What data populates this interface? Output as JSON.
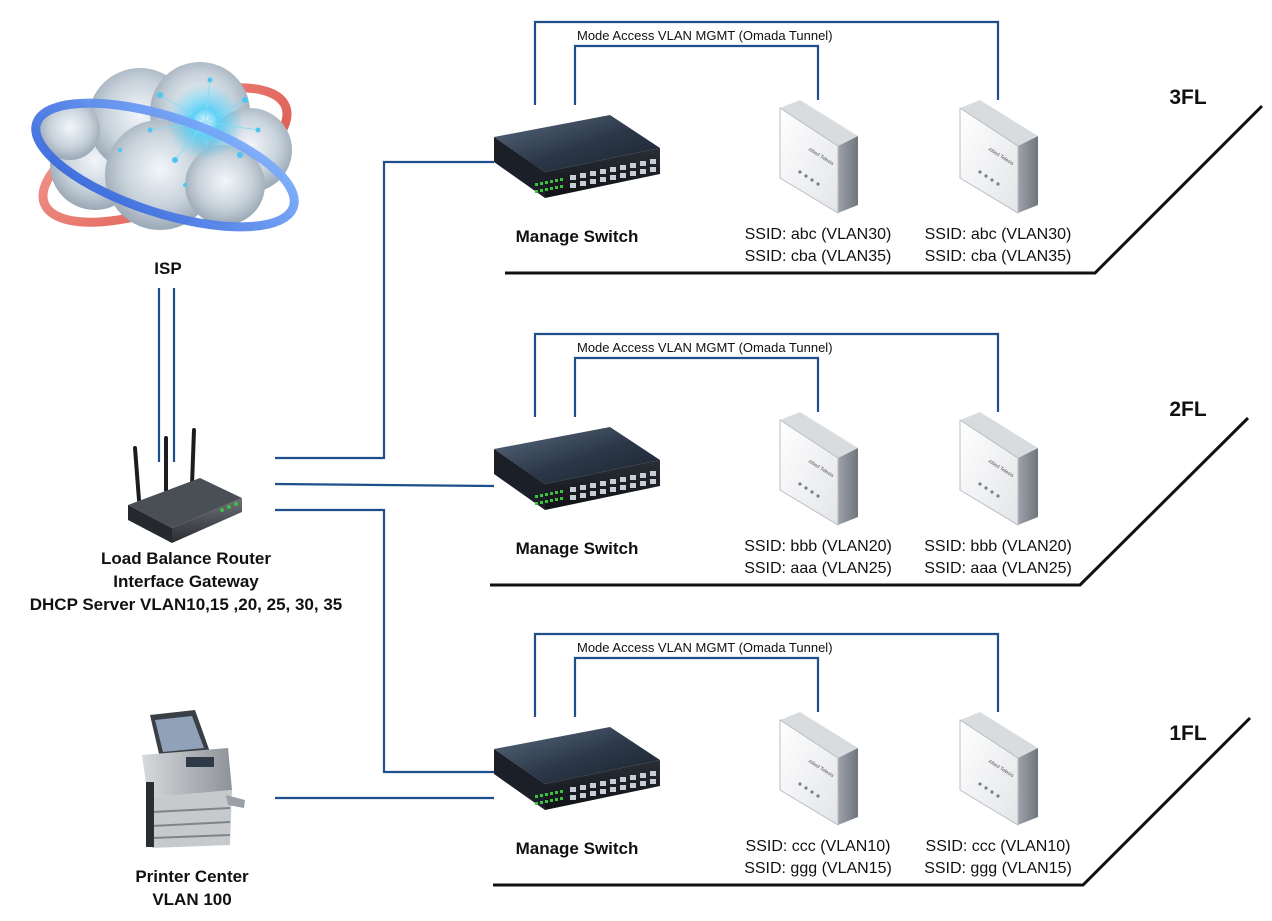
{
  "isp": {
    "label": "ISP"
  },
  "router": {
    "lines": [
      "Load Balance Router",
      "Interface Gateway",
      "DHCP Server VLAN10,15 ,20, 25, 30, 35"
    ]
  },
  "printer": {
    "lines": [
      "Printer Center",
      "VLAN 100"
    ]
  },
  "ap_brand": "Allied Telesis",
  "floors": [
    {
      "name": "3FL",
      "switch_label": "Manage Switch",
      "mgmt_label": "Mode Access VLAN MGMT (Omada Tunnel)",
      "ap1_ssids": [
        "SSID: abc (VLAN30)",
        "SSID: cba (VLAN35)"
      ],
      "ap2_ssids": [
        "SSID: abc (VLAN30)",
        "SSID: cba (VLAN35)"
      ]
    },
    {
      "name": "2FL",
      "switch_label": "Manage Switch",
      "mgmt_label": "Mode Access VLAN MGMT (Omada Tunnel)",
      "ap1_ssids": [
        "SSID: bbb (VLAN20)",
        "SSID: aaa (VLAN25)"
      ],
      "ap2_ssids": [
        "SSID: bbb (VLAN20)",
        "SSID: aaa (VLAN25)"
      ]
    },
    {
      "name": "1FL",
      "switch_label": "Manage Switch",
      "mgmt_label": "Mode Access VLAN MGMT (Omada Tunnel)",
      "ap1_ssids": [
        "SSID: ccc (VLAN10)",
        "SSID: ggg (VLAN15)"
      ],
      "ap2_ssids": [
        "SSID: ccc (VLAN10)",
        "SSID: ggg (VLAN15)"
      ]
    }
  ],
  "colors": {
    "wire": "#1f4e8c",
    "text": "#111111",
    "port_led": "#3fbf3f"
  }
}
